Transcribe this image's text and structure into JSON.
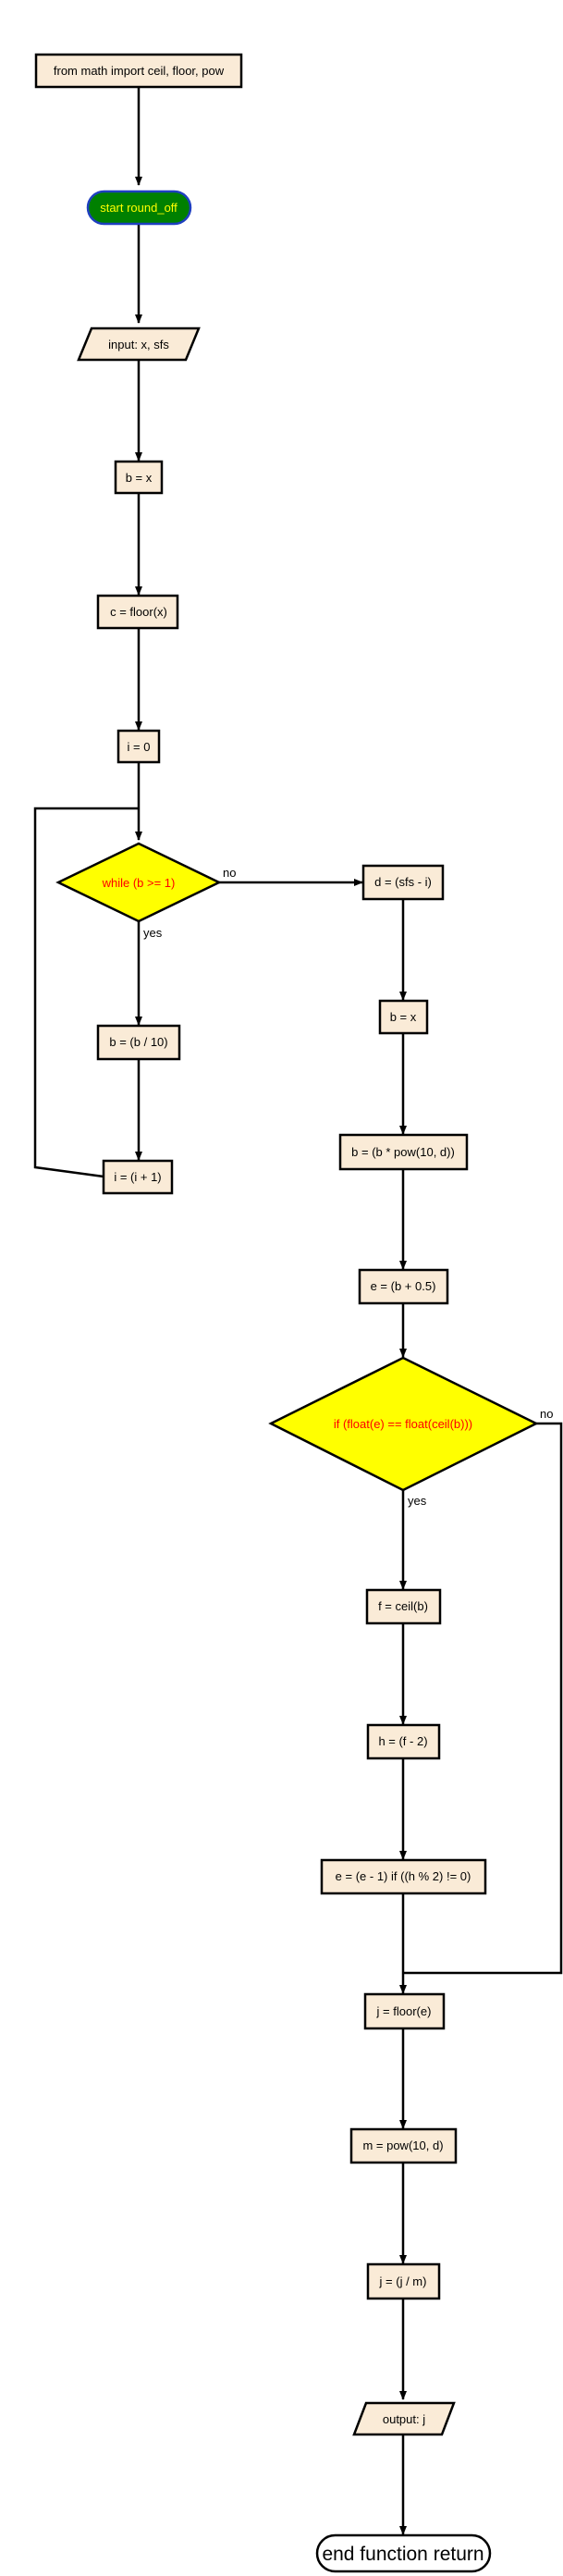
{
  "nodes": {
    "import": "from math import ceil, floor, pow",
    "start": "start round_off",
    "input": "input: x, sfs",
    "b_init": "b = x",
    "c_floor": "c = floor(x)",
    "i_init": "i = 0",
    "while_cond": "while (b >= 1)",
    "b_div": "b = (b / 10)",
    "i_inc": "i = (i + 1)",
    "d_calc": "d = (sfs - i)",
    "b_reset": "b = x",
    "b_mul": "b = (b * pow(10, d))",
    "e_calc": "e = (b + 0.5)",
    "if_cond": "if (float(e) == float(ceil(b)))",
    "f_ceil": "f = ceil(b)",
    "h_calc": "h = (f - 2)",
    "e_adj": "e = (e - 1) if ((h % 2) != 0)",
    "j_floor": "j = floor(e)",
    "m_pow": "m = pow(10, d)",
    "j_div": "j = (j / m)",
    "output": "output: j",
    "end": "end function return"
  },
  "edge_labels": {
    "while_no": "no",
    "while_yes": "yes",
    "if_no": "no",
    "if_yes": "yes"
  },
  "colors": {
    "process_fill": "#faebd7",
    "start_fill": "#008000",
    "start_stroke": "#1e3fbf",
    "start_text": "#ffff00",
    "decision_fill": "#ffff00",
    "decision_text": "#ff0000"
  }
}
